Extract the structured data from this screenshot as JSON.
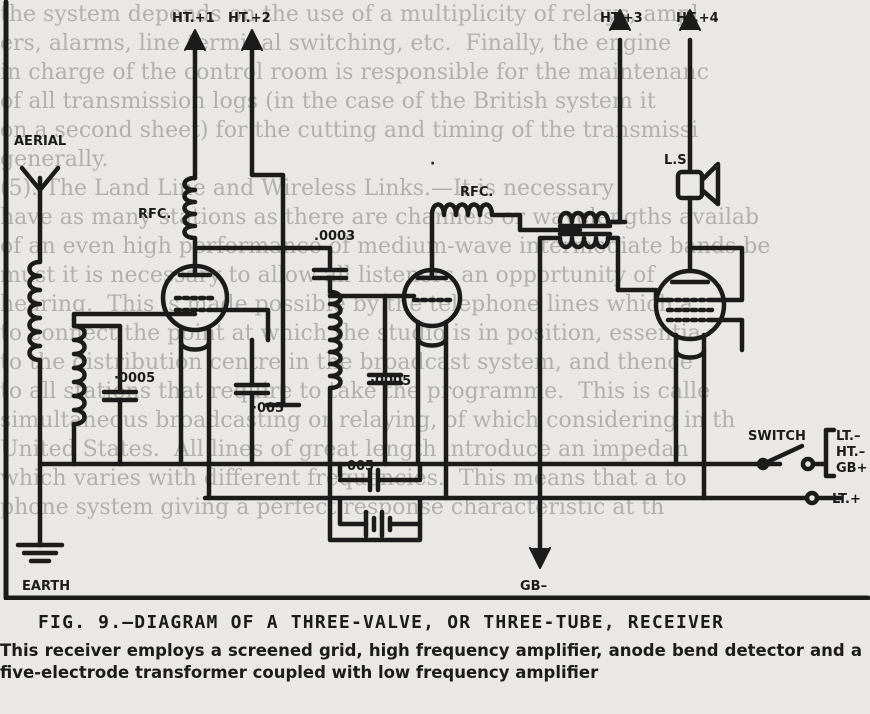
{
  "labels": {
    "ht1": "HT.+1",
    "ht2": "HT.+2",
    "ht3": "HT.+3",
    "ht4": "HT.+4",
    "aerial": "AERIAL",
    "earth": "EARTH",
    "rfc1": "RFC.",
    "rfc2": "RFC.",
    "ls": "L.S.",
    "cap_0003": ".0003",
    "cap_0005a": "·0005",
    "cap_005a": "·005",
    "cap_0005b": "·0005",
    "cap_005b": "·005",
    "switch": "SWITCH",
    "lt_minus": "LT.–",
    "ht_minus": "HT.–",
    "gb_plus": "GB+",
    "lt_plus": "LT.+",
    "gb_minus": "GB–"
  },
  "caption": {
    "title": "FIG. 9.—DIAGRAM OF A THREE-VALVE, OR THREE-TUBE, RECEIVER",
    "body": "This receiver employs a screened grid, high frequency amplifier, anode bend detector and a five-electrode transformer coupled with low frequency amplifier"
  },
  "background_text": [
    "the system depends on the use of a multiplicity of relays, ampl",
    "ers, alarms, line terminal switching, etc.  Finally, the engine",
    "in charge of the control room is responsible for the maintenanc",
    "of all transmission logs (in the case of the British system it",
    "on a second sheet) for the cutting and timing of the transmissi",
    "generally.",
    "(5). The Land Line and Wireless Links.—It is necessary",
    "have as many stations as there are channels or wavelengths availab",
    "of an even high performance of medium-wave intermediate bands be",
    "must it is necessary to allow all listeners an opportunity of",
    "hearing.  This is made possible by the telephone lines which a",
    "to connect the point at which the studio is in position, essentia",
    "to the distribution centre in the broadcast system, and thence",
    "to all stations that require to take the programme.  This is calle",
    "simultaneous broadcasting or relaying, of which considering in th",
    "United States.  All lines of great length introduce an impedan",
    "which varies with different frequencies.  This means that a to",
    "phone system giving a perfect response characteristic at th"
  ]
}
